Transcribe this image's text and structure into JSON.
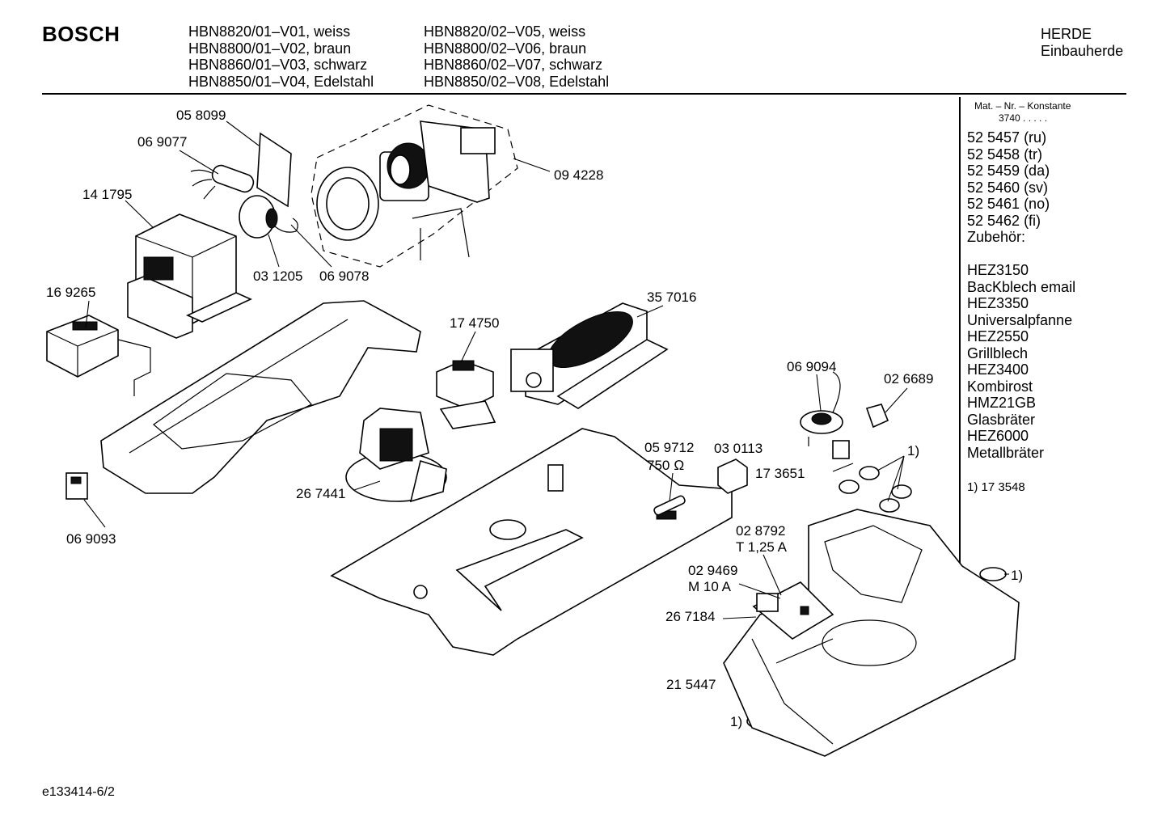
{
  "header": {
    "brand": "BOSCH",
    "models_col1": [
      "HBN8820/01–V01, weiss",
      "HBN8800/01–V02, braun",
      "HBN8860/01–V03, schwarz",
      "HBN8850/01–V04, Edelstahl"
    ],
    "models_col2": [
      "HBN8820/02–V05, weiss",
      "HBN8800/02–V06, braun",
      "HBN8860/02–V07, schwarz",
      "HBN8850/02–V08, Edelstahl"
    ],
    "category_title": "HERDE",
    "category_subtitle": "Einbauherde"
  },
  "sidebar": {
    "mat_nr_label": "Mat. – Nr. – Konstante",
    "mat_nr_value": "3740  .  .  .  .  .",
    "numbers": [
      "52 5457 (ru)",
      "52 5458 (tr)",
      "52 5459 (da)",
      "52 5460 (sv)",
      "52 5461 (no)",
      "52 5462 (fi)"
    ],
    "accessories_heading": "Zubehör:",
    "accessories": [
      "HEZ3150",
      "BacKblech email",
      "HEZ3350",
      "Universalpfanne",
      "HEZ2550",
      "Grillblech",
      "HEZ3400",
      "Kombirost",
      "HMZ21GB",
      "Glasbräter",
      "HEZ6000",
      "Metallbräter"
    ],
    "footnote": "1) 17 3548"
  },
  "parts": {
    "p058099": "05 8099",
    "p069077": "06 9077",
    "p141795": "14 1795",
    "p094228": "09 4228",
    "p031205": "03 1205",
    "p069078": "06 9078",
    "p169265": "16 9265",
    "p357016": "35 7016",
    "p174750": "17 4750",
    "p069094": "06 9094",
    "p026689": "02 6689",
    "p059712": "05 9712",
    "p059712_value": "750 Ω",
    "p030113": "03  0113",
    "p173651": "17 3651",
    "p267441": "26 7441",
    "p069093": "06 9093",
    "p028792": "02 8792",
    "p028792_value": "T 1,25 A",
    "p029469": "02 9469",
    "p029469_value": "M 10 A",
    "p267184": "26 7184",
    "p215447": "21 5447"
  },
  "footnote_marks": {
    "mark_a": "1)",
    "mark_b": "1)",
    "mark_c": "1)"
  },
  "drawing_id": "e133414-6/2"
}
